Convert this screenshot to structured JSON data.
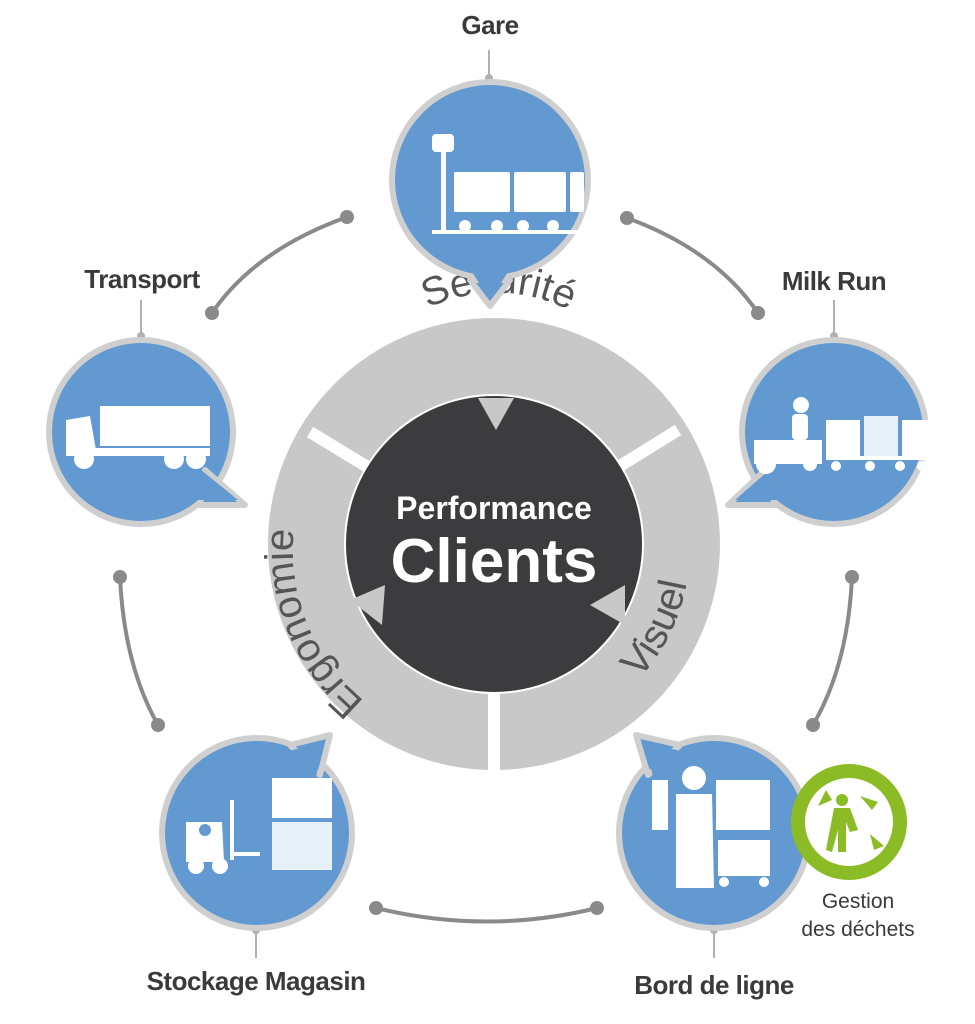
{
  "center": {
    "line1": "Performance",
    "line2": "Clients"
  },
  "ring": {
    "top": "Sécurité",
    "left": "Ergonomie",
    "right": "Visuel"
  },
  "nodes": {
    "gare": "Gare",
    "transport": "Transport",
    "milk_run": "Milk Run",
    "stockage": "Stockage Magasin",
    "bord": "Bord de ligne"
  },
  "waste": {
    "line1": "Gestion",
    "line2": "des déchets"
  },
  "colors": {
    "node_blue": "#6399d1",
    "node_border": "#cfcfcf",
    "ring_grey": "#c8c8c8",
    "center_dark": "#3c3b3d",
    "connector": "#8a8a8a",
    "waste_green": "#8bbc25"
  },
  "icons": {
    "gare": "train-wagons-icon",
    "transport": "truck-icon",
    "milk_run": "tugger-train-icon",
    "stockage": "forklift-icon",
    "bord": "operator-workstation-icon",
    "waste": "recycling-person-icon"
  }
}
